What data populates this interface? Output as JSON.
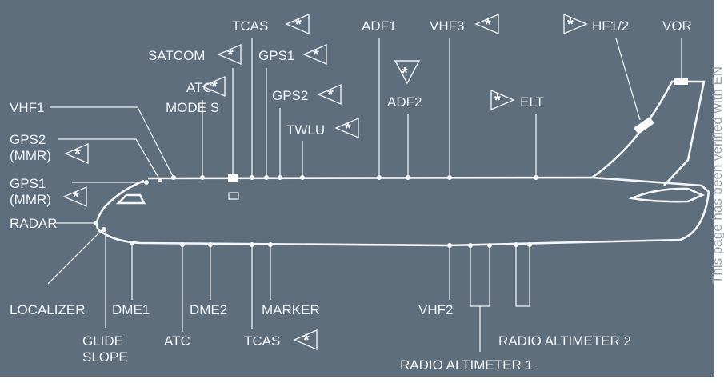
{
  "colors": {
    "background": "#5e6e7c",
    "lines": "#f2f4f6"
  },
  "icon": "star-triangle-icon",
  "labels": {
    "tcas_top": "TCAS",
    "satcom": "SATCOM",
    "gps1": "GPS1",
    "atc_top": "ATC",
    "mode_s": "MODE S",
    "gps2": "GPS2",
    "twlu": "TWLU",
    "adf1": "ADF1",
    "vhf3": "VHF3",
    "adf2": "ADF2",
    "elt": "ELT",
    "hf12": "HF1/2",
    "vor": "VOR",
    "vhf1": "VHF1",
    "gps2_mmr_1": "GPS2",
    "gps2_mmr_2": "(MMR)",
    "gps1_mmr_1": "GPS1",
    "gps1_mmr_2": "(MMR)",
    "radar": "RADAR",
    "localizer": "LOCALIZER",
    "glide_1": "GLIDE",
    "glide_2": "SLOPE",
    "dme1": "DME1",
    "atc_bottom": "ATC",
    "dme2": "DME2",
    "tcas_bottom": "TCAS",
    "marker": "MARKER",
    "vhf2": "VHF2",
    "ra1": "RADIO ALTIMETER 1",
    "ra2": "RADIO ALTIMETER 2"
  },
  "watermark": "This page has been verified with EN"
}
